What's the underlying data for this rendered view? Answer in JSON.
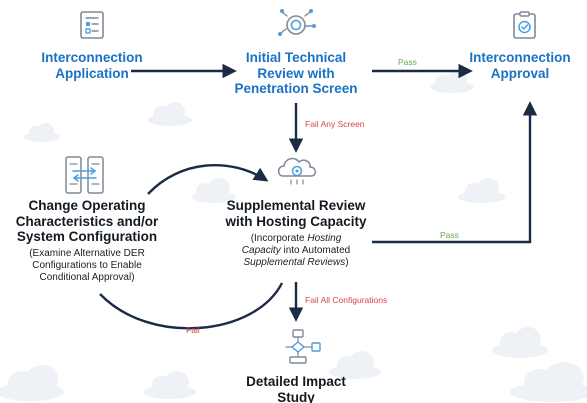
{
  "nodes": {
    "interconnection_application": {
      "line1": "Interconnection",
      "line2": "Application"
    },
    "initial_review": {
      "line1": "Initial Technical",
      "line2": "Review with",
      "line3": "Penetration Screen"
    },
    "interconnection_approval": {
      "line1": "Interconnection",
      "line2": "Approval"
    },
    "change_operating": {
      "line1": "Change Operating",
      "line2": "Characteristics and/or",
      "line3": "System Configuration",
      "note_line1": "(Examine Alternative DER",
      "note_line2": "Configurations to Enable",
      "note_line3": "Conditional Approval)"
    },
    "supplemental_review": {
      "line1": "Supplemental Review",
      "line2": "with Hosting Capacity",
      "note_a": "(Incorporate ",
      "note_b": "Hosting",
      "note_c": "Capacity",
      "note_d": " into Automated",
      "note_e": "Supplemental Reviews",
      "note_f": ")"
    },
    "detailed_impact": {
      "line1": "Detailed Impact",
      "line2": "Study"
    }
  },
  "edges": {
    "pass_top": "Pass",
    "fail_any_screen": "Fail Any Screen",
    "pass_supplemental": "Pass",
    "fail_all_configurations": "Fail All Configurations",
    "fail_loop": "Fail"
  },
  "colors": {
    "title_blue": "#1a72c4",
    "arrow_navy": "#1c2b45",
    "pass_green": "#6aa84f",
    "fail_red": "#d64545",
    "icon_blue": "#4a9fe0",
    "icon_gray": "#7e8a97"
  },
  "icons": [
    "document-form-icon",
    "gear-network-icon",
    "approval-checkmark-icon",
    "configuration-panels-icon",
    "cloud-hosting-icon",
    "flowchart-icon"
  ]
}
